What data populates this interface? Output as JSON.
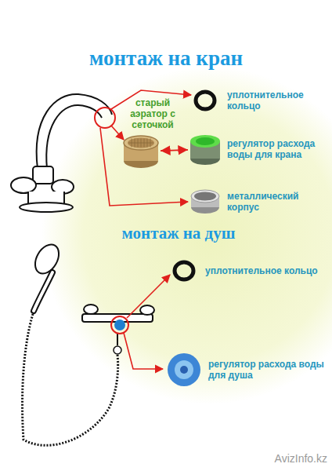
{
  "diagram": {
    "title": "монтаж на кран",
    "nodes": [
      {
        "text": [
          "старый аэратор с сеточкой"
        ]
      },
      {
        "text": [
          "уплотнительное кольцо"
        ]
      },
      {
        "text": [
          "регулятор расхода воды для крана"
        ]
      },
      {
        "text": [
          "металлический корпус"
        ]
      },
      {
        "text": [
          "уплотнительное кольцо"
        ]
      },
      {
        "text": [
          "регулятор расхода воды для душа"
        ]
      }
    ],
    "edges": [
      {
        "from": 0,
        "to": 2,
        "arrow": "both"
      }
    ],
    "labels": [
      "монтаж на душ",
      "AvizInfo.kz"
    ]
  }
}
